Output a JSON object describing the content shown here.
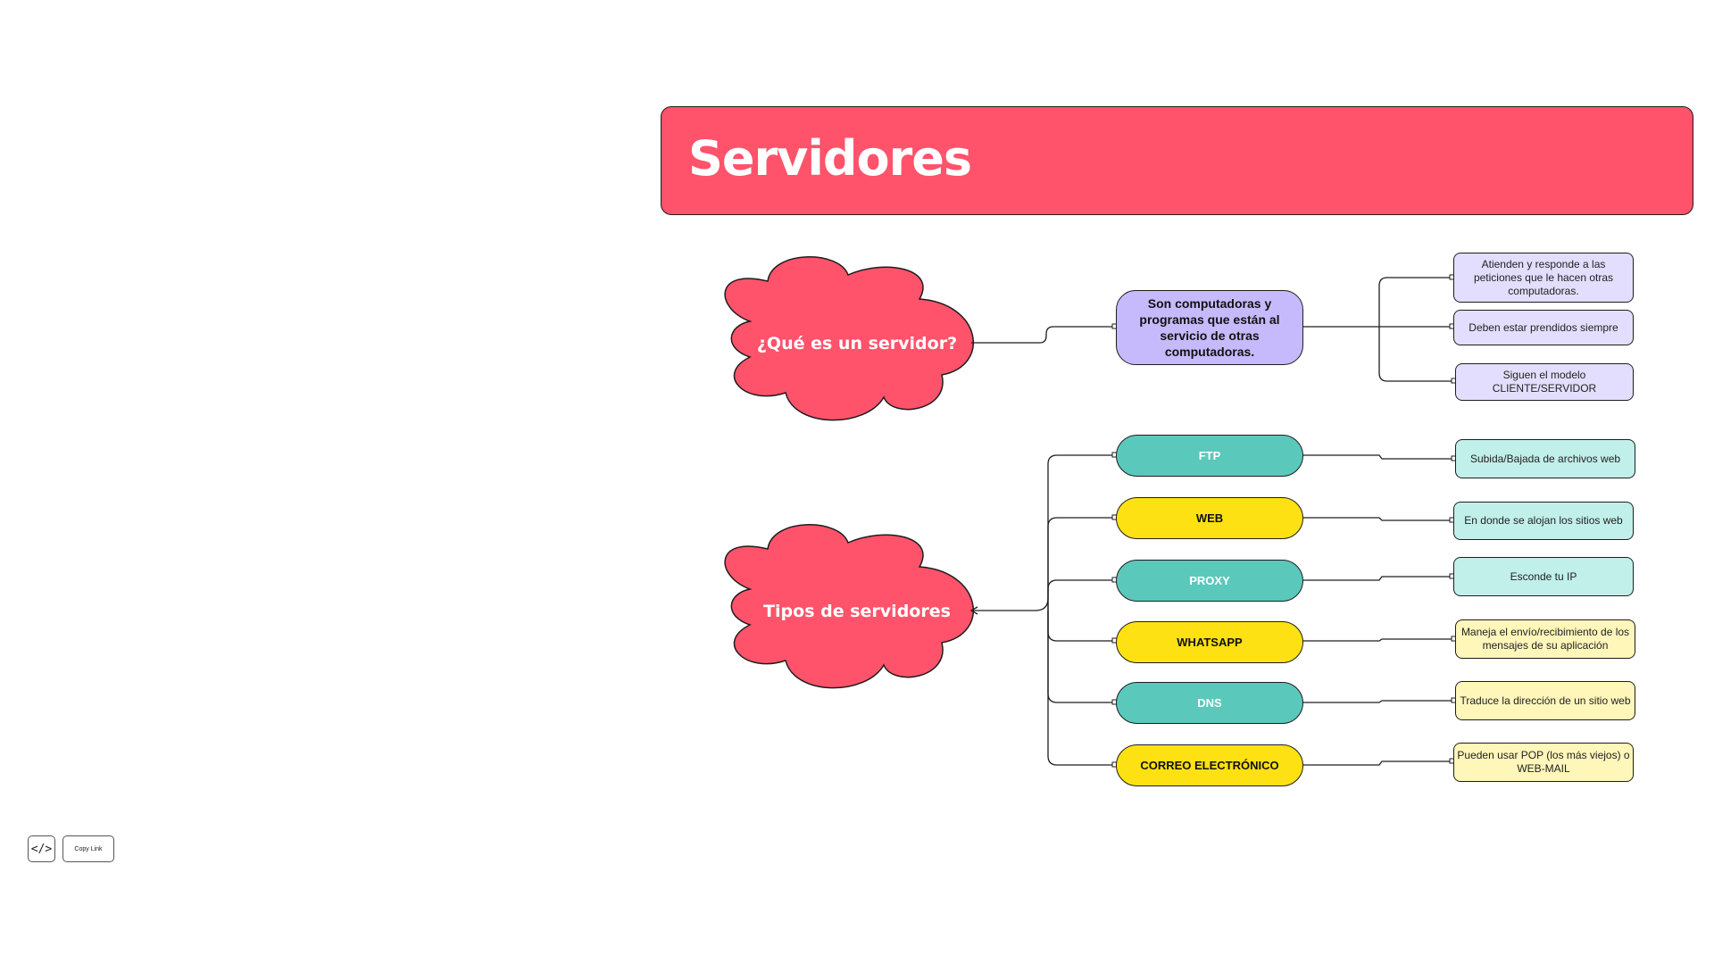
{
  "title": "Servidores",
  "colors": {
    "banner": "#ff536b",
    "cloud": "#ff536b",
    "teal": "#5bc8bc",
    "yellow": "#fde112",
    "purple": "#c6bafc",
    "light_purple": "#e3defd",
    "light_teal": "#c1efea",
    "light_yellow": "#fff6ba"
  },
  "topic1": {
    "label": "¿Qué es un servidor?",
    "definition": "Son computadoras y programas que están al servicio de otras computadoras.",
    "details": [
      "Atienden y responde a las peticiones que le hacen otras computadoras.",
      "Deben estar prendidos siempre",
      "Siguen el modelo CLIENTE/SERVIDOR"
    ]
  },
  "topic2": {
    "label": "Tipos de servidores",
    "types": [
      {
        "name": "FTP",
        "description": "Subida/Bajada de archivos web"
      },
      {
        "name": "WEB",
        "description": "En donde se alojan los sitios web"
      },
      {
        "name": "PROXY",
        "description": "Esconde tu IP"
      },
      {
        "name": "WHATSAPP",
        "description": "Maneja el envío/recibimiento de los mensajes de su aplicación"
      },
      {
        "name": "DNS",
        "description": "Traduce la dirección de un sitio web"
      },
      {
        "name": "CORREO ELECTRÓNICO",
        "description": "Pueden usar POP (los más viejos) o WEB-MAIL"
      }
    ]
  },
  "toolbar": {
    "embed_icon": "</>",
    "copy_link": "Copy Link"
  }
}
